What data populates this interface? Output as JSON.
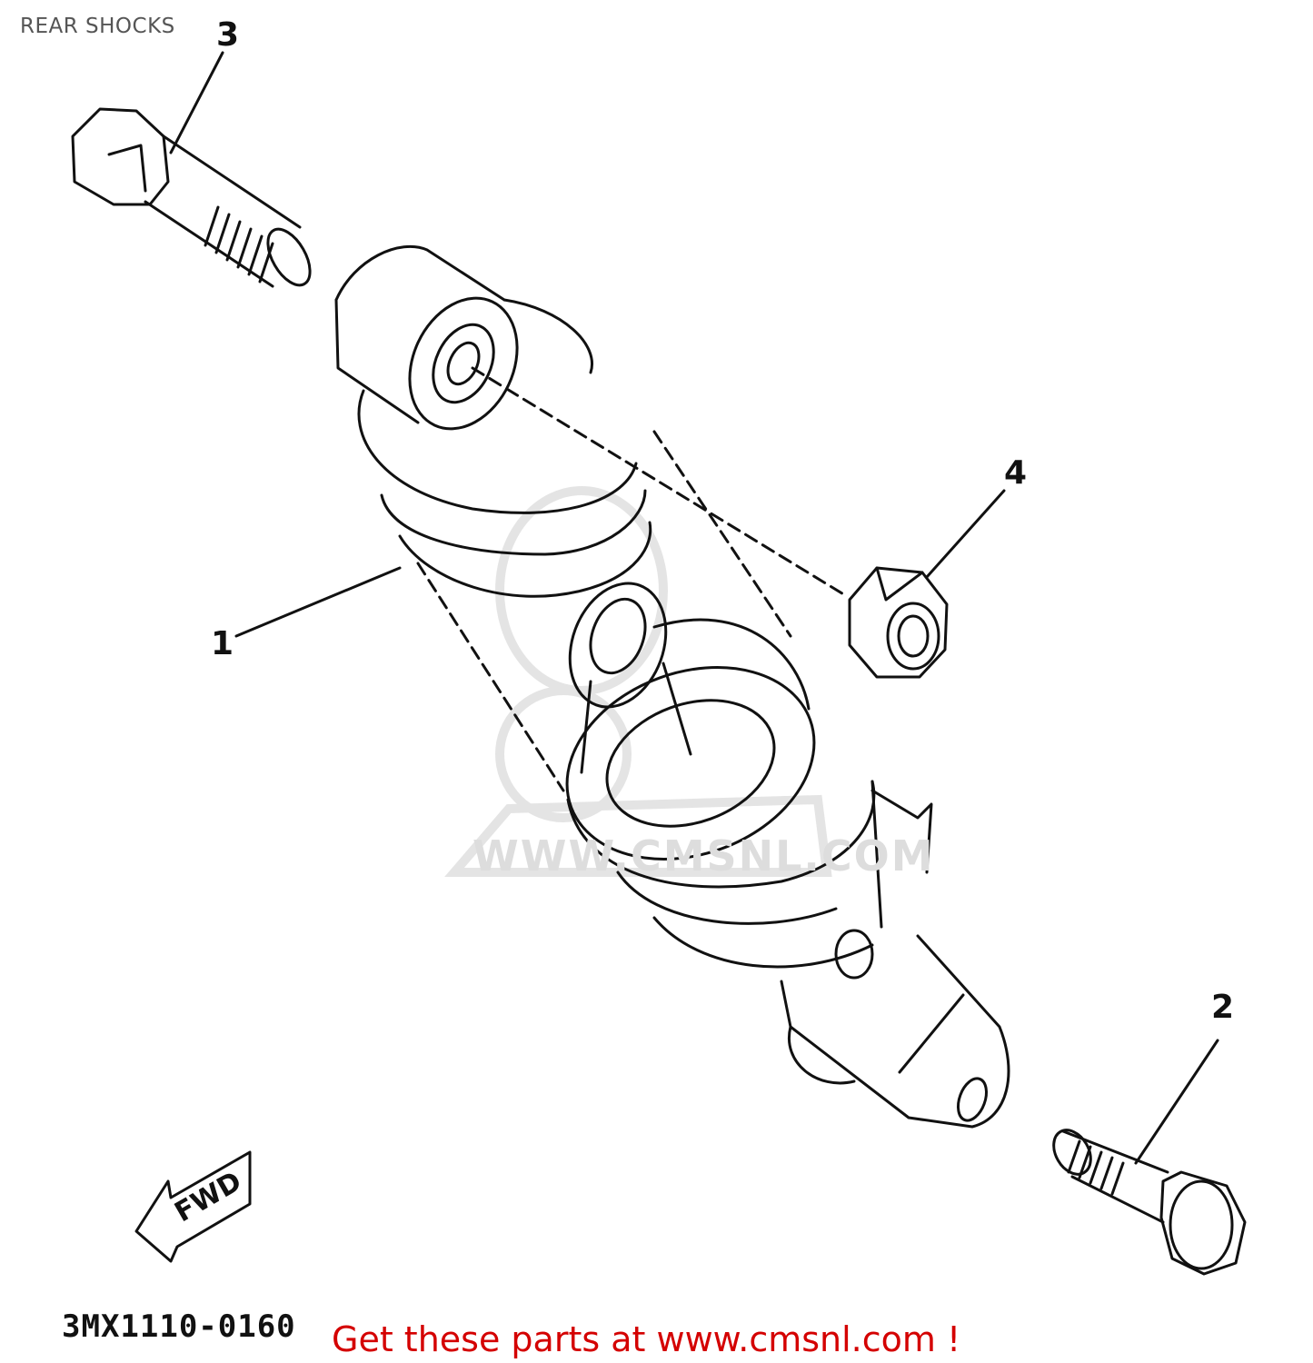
{
  "header": {
    "title": "REAR SHOCKS"
  },
  "callouts": {
    "part_1": "1",
    "part_2": "2",
    "part_3": "3",
    "part_4": "4"
  },
  "direction_label": "FWD",
  "figure_code": "3MX1110-0160",
  "promo_text": "Get these parts at www.cmsnl.com !",
  "watermark": {
    "text": "WWW.CMSNL.COM"
  },
  "colors": {
    "line": "#111111",
    "promo": "#d40000",
    "title": "#555555",
    "watermark": "#dddddd"
  }
}
